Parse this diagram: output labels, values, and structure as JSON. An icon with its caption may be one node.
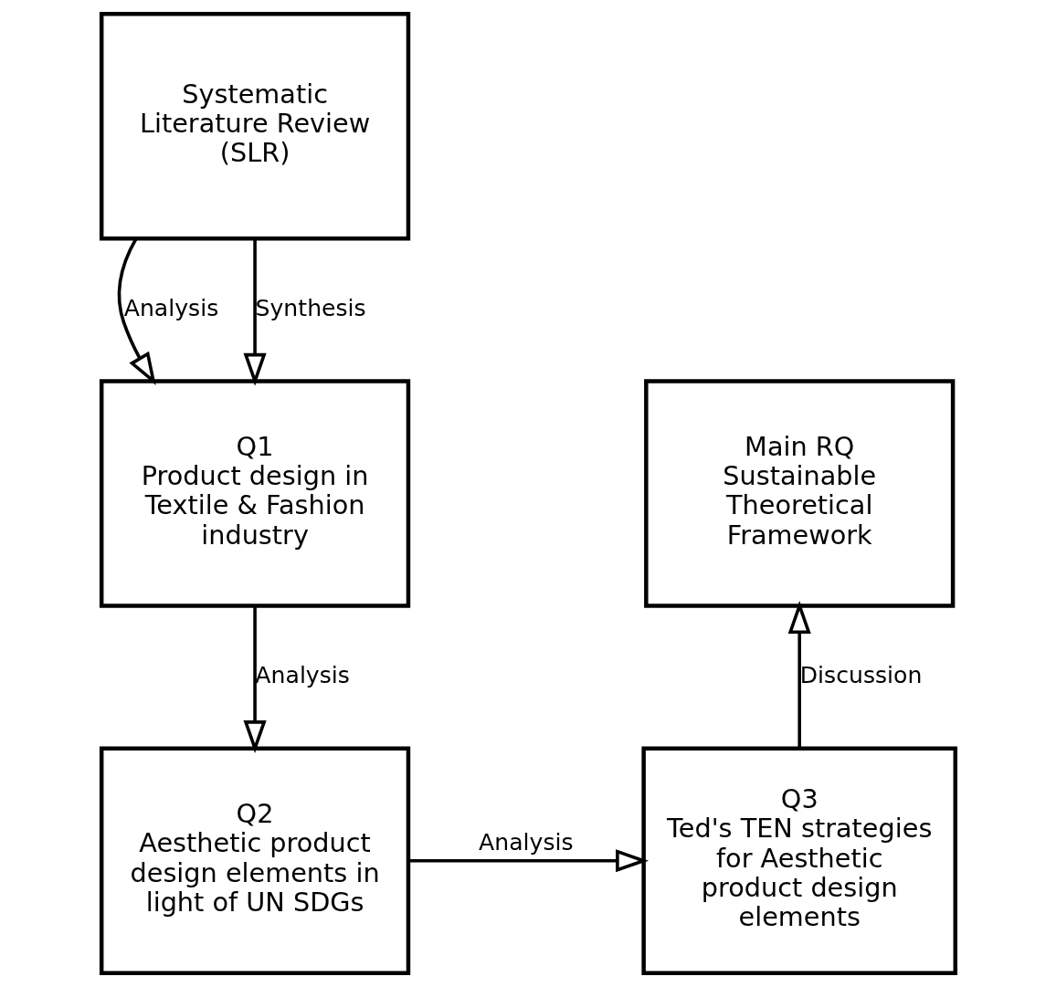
{
  "diagram": {
    "nodes": [
      {
        "text": [
          "Systematic Literature Review (SLR)"
        ]
      },
      {
        "text": [
          "Q1",
          "Product design in Textile & Fashion industry"
        ]
      },
      {
        "text": [
          "Main RQ",
          "Sustainable Theoretical Framework"
        ]
      },
      {
        "text": [
          "Q2",
          "Aesthetic product design elements in light of UN SDGs"
        ]
      },
      {
        "text": [
          "Q3",
          "Ted's TEN strategies for Aesthetic product design elements"
        ]
      }
    ],
    "edges": [
      {
        "from": 0,
        "to": 1,
        "label": "Analysis",
        "arrow": "to"
      },
      {
        "from": 0,
        "to": 1,
        "label": "Synthesis",
        "arrow": "to"
      },
      {
        "from": 1,
        "to": 3,
        "label": "Analysis",
        "arrow": "to"
      },
      {
        "from": 3,
        "to": 4,
        "label": "Analysis",
        "arrow": "to"
      },
      {
        "from": 4,
        "to": 2,
        "label": "Discussion",
        "arrow": "to"
      }
    ]
  }
}
